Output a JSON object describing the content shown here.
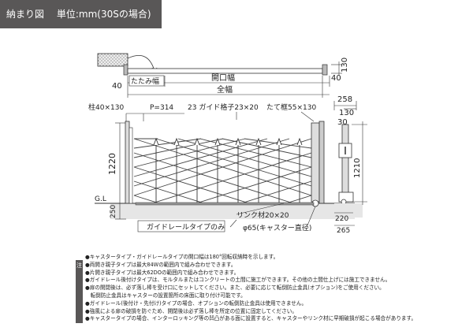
{
  "header": {
    "title": "納まり図",
    "unit": "単位:mm(30Sの場合)"
  },
  "plan": {
    "fold_width": "たたみ幅",
    "opening_width": "開口幅",
    "total_width": "全幅",
    "left_40": "40",
    "right_40": "40",
    "height_130": "130"
  },
  "elevation": {
    "post": "柱40×130",
    "pitch": "P=314",
    "guide_lattice": "23 ガイド格子23×20",
    "vertical_frame": "たて框55×130",
    "height_1220": "1220",
    "gl": "G.L",
    "depth_250": "250",
    "guide_rail_type": "ガイドレールタイプのみ",
    "link_material": "リンク材20×20",
    "caster": "φ65(キャスター直径)"
  },
  "side_view": {
    "dim_258": "258",
    "dim_130": "130",
    "dim_30": "30",
    "dim_1210": "1210",
    "dim_220": "220",
    "dim_265": "265"
  },
  "notes": {
    "tag": "注",
    "items": [
      "●キャスタータイプ・ガイドレールタイプの開口幅は180°回転収納時を示します。",
      "●両開き親子タイプは最大84Wの範囲内で組み合わせできます。",
      "●片開き親子タイプは最大62DOの範囲内で組み合わせできます。",
      "●ガイドレール後付けタイプは、モルタルまたはコンクリートの土間に施工ができます。その他の土間仕上げには施工できません。",
      "●扉の開閉後は、必ず落し棒を受け口にセットしてください。また、必要に応じて転倒防止金具(オプション)をご使用ください。",
      "　転倒防止金具はキャスターの設置箇所の床面に取り付け可能です。",
      "●ガイドレール(後付け・先付け)タイプの場合、オプションの転倒防止金具は使用できません。",
      "●強風による扉の破損を防ぐため、開閉後は必ず落し棒を所定の位置に固定してください。",
      "●キャスタータイプの場合、インターロッキング等の凹凸がある面に設置すると、キャスターやリンク材に早期破損が起こる場合があります。"
    ]
  },
  "colors": {
    "header_bg": "#595757",
    "header_text": "#ffffff",
    "ground": "#e6e6e6",
    "line": "#333333"
  }
}
